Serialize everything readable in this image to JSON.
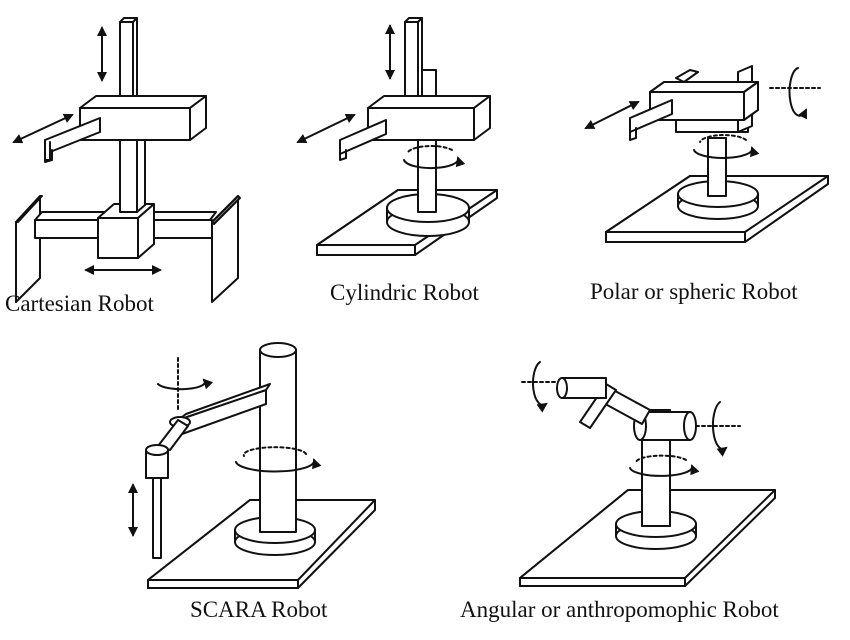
{
  "figure": {
    "captions": {
      "cartesian": "Cartesian Robot",
      "cylindric": "Cylindric Robot",
      "polar": "Polar or spheric Robot",
      "scara": "SCARA Robot",
      "angular": "Angular or anthropomophic Robot"
    }
  }
}
